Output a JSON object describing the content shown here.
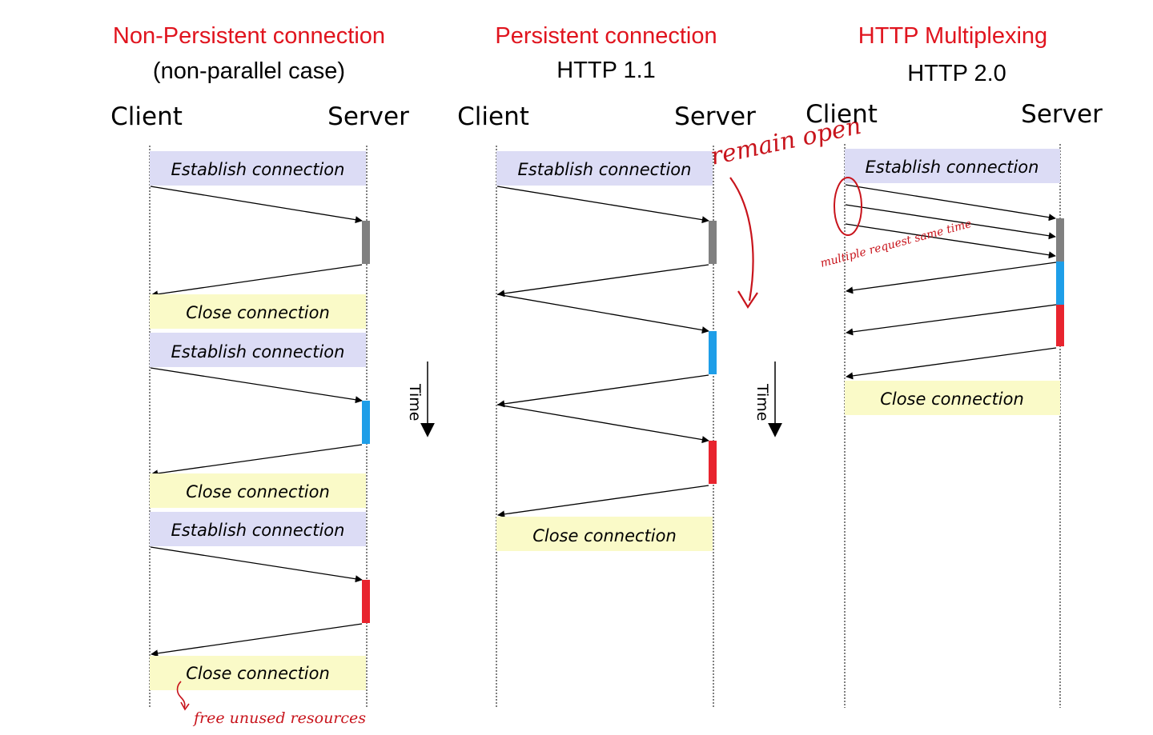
{
  "colors": {
    "title_red": "#e0141e",
    "establish_fill": "#dcdcf5",
    "close_fill": "#fafac8",
    "bar_gray": "#808080",
    "bar_blue": "#1e9ee8",
    "bar_red": "#e8242e",
    "ink_red": "#c8141c"
  },
  "panels": [
    {
      "title": "Non-Persistent connection",
      "subtitle": "(non-parallel case)",
      "client_label": "Client",
      "server_label": "Server",
      "boxes": [
        {
          "kind": "establish",
          "label": "Establish connection"
        },
        {
          "kind": "close",
          "label": "Close connection"
        },
        {
          "kind": "establish",
          "label": "Establish connection"
        },
        {
          "kind": "close",
          "label": "Close connection"
        },
        {
          "kind": "establish",
          "label": "Establish connection"
        },
        {
          "kind": "close",
          "label": "Close connection"
        }
      ],
      "bars": [
        "gray",
        "blue",
        "red"
      ]
    },
    {
      "title": "Persistent connection",
      "subtitle": "HTTP 1.1",
      "client_label": "Client",
      "server_label": "Server",
      "boxes": [
        {
          "kind": "establish",
          "label": "Establish connection"
        },
        {
          "kind": "close",
          "label": "Close connection"
        }
      ],
      "bars": [
        "gray",
        "blue",
        "red"
      ]
    },
    {
      "title": "HTTP Multiplexing",
      "subtitle": "HTTP 2.0",
      "client_label": "Client",
      "server_label": "Server",
      "boxes": [
        {
          "kind": "establish",
          "label": "Establish connection"
        },
        {
          "kind": "close",
          "label": "Close connection"
        }
      ],
      "bars": [
        "gray",
        "blue",
        "red"
      ]
    }
  ],
  "time_labels": [
    "Time",
    "Time"
  ],
  "annotations": {
    "remain_open": "remain open",
    "multiple_request": "multiple request same time",
    "free_resources": "free unused resources"
  }
}
